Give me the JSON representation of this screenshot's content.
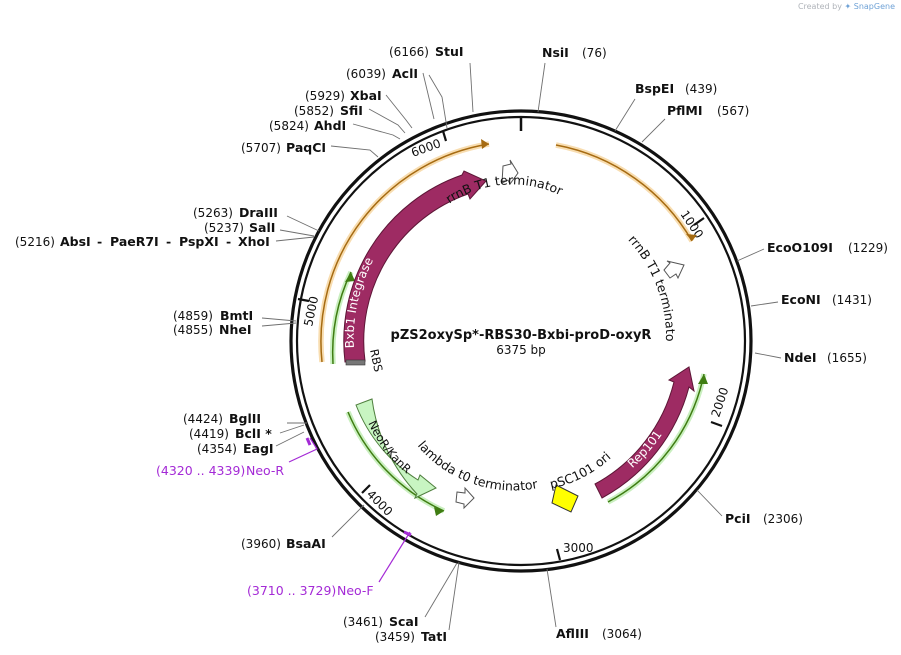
{
  "credit": {
    "prefix": "Created by",
    "brand": "SnapGene"
  },
  "plasmid": {
    "name": "pZS2oxySp*-RBS30-Bxbi-proD-oxyR",
    "size_label": "6375 bp",
    "length": 6375
  },
  "ticks": [
    {
      "bp": 1000,
      "label": "1000"
    },
    {
      "bp": 2000,
      "label": "2000"
    },
    {
      "bp": 3000,
      "label": "3000"
    },
    {
      "bp": 4000,
      "label": "4000"
    },
    {
      "bp": 5000,
      "label": "5000"
    },
    {
      "bp": 6000,
      "label": "6000"
    }
  ],
  "sites": [
    {
      "name": "NsiI",
      "pos": "(76)"
    },
    {
      "name": "BspEI",
      "pos": "(439)"
    },
    {
      "name": "PflMI",
      "pos": "(567)"
    },
    {
      "name": "EcoO109I",
      "pos": "(1229)"
    },
    {
      "name": "EcoNI",
      "pos": "(1431)"
    },
    {
      "name": "NdeI",
      "pos": "(1655)"
    },
    {
      "name": "PciI",
      "pos": "(2306)"
    },
    {
      "name": "AflIII",
      "pos": "(3064)"
    },
    {
      "name": "TatI",
      "pos": "(3459)"
    },
    {
      "name": "ScaI",
      "pos": "(3461)"
    },
    {
      "name": "BsaAI",
      "pos": "(3960)"
    },
    {
      "name": "EagI",
      "pos": "(4354)"
    },
    {
      "name": "BclI *",
      "pos": "(4419)"
    },
    {
      "name": "BglII",
      "pos": "(4424)"
    },
    {
      "name": "NheI",
      "pos": "(4855)"
    },
    {
      "name": "BmtI",
      "pos": "(4859)"
    },
    {
      "name": "AbsI",
      "pos": "(5216)",
      "extra": [
        "PaeR7I",
        "PspXI",
        "XhoI"
      ]
    },
    {
      "name": "SalI",
      "pos": "(5237)"
    },
    {
      "name": "DraIII",
      "pos": "(5263)"
    },
    {
      "name": "PaqCI",
      "pos": "(5707)"
    },
    {
      "name": "AhdI",
      "pos": "(5824)"
    },
    {
      "name": "SfiI",
      "pos": "(5852)"
    },
    {
      "name": "XbaI",
      "pos": "(5929)"
    },
    {
      "name": "AclI",
      "pos": "(6039)"
    },
    {
      "name": "StuI",
      "pos": "(6166)"
    }
  ],
  "primers": [
    {
      "name": "Neo-R",
      "range": "(4320 .. 4339)"
    },
    {
      "name": "Neo-F",
      "range": "(3710 .. 3729)"
    }
  ],
  "features": {
    "bxb1": "Bxb1 Integrase",
    "rep101": "Rep101",
    "neor": "NeoR/KanR",
    "rbs": "RBS",
    "rrnb1": "rrnB T1 terminator",
    "rrnb2": "rrnB T1 terminator",
    "lambda": "lambda t0 terminator",
    "psc101": "pSC101 ori"
  },
  "colors": {
    "integrase": "#9e2b63",
    "rep": "#9e2b63",
    "neor_fill": "#c8f5c2",
    "ori": "#ffff00",
    "orf_arc": "#d4a017",
    "gene_arc": "#3f7d12",
    "primer": "#a42ad6",
    "backbone": "#111111"
  }
}
